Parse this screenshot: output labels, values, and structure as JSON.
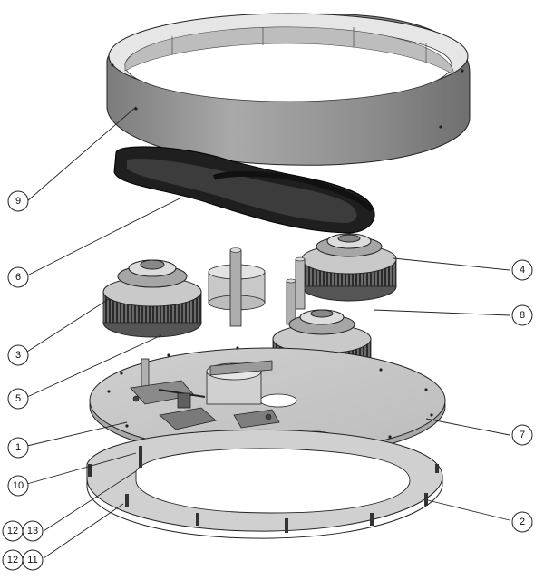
{
  "diagram": {
    "colors": {
      "line": "#222222",
      "metal_light": "#d9d9d9",
      "metal_mid": "#b8b8b8",
      "metal_dark": "#8c8c8c",
      "belt": "#1c1c1c",
      "background": "#ffffff"
    },
    "callouts": [
      {
        "id": "c9",
        "label": "9"
      },
      {
        "id": "c6",
        "label": "6"
      },
      {
        "id": "c4",
        "label": "4"
      },
      {
        "id": "c8",
        "label": "8"
      },
      {
        "id": "c3",
        "label": "3"
      },
      {
        "id": "c5",
        "label": "5"
      },
      {
        "id": "c7",
        "label": "7"
      },
      {
        "id": "c1",
        "label": "1"
      },
      {
        "id": "c10",
        "label": "10"
      },
      {
        "id": "c2",
        "label": "2"
      },
      {
        "id": "c12a",
        "label": "12"
      },
      {
        "id": "c13",
        "label": "13"
      },
      {
        "id": "c12b",
        "label": "12"
      },
      {
        "id": "c11",
        "label": "11"
      }
    ]
  }
}
